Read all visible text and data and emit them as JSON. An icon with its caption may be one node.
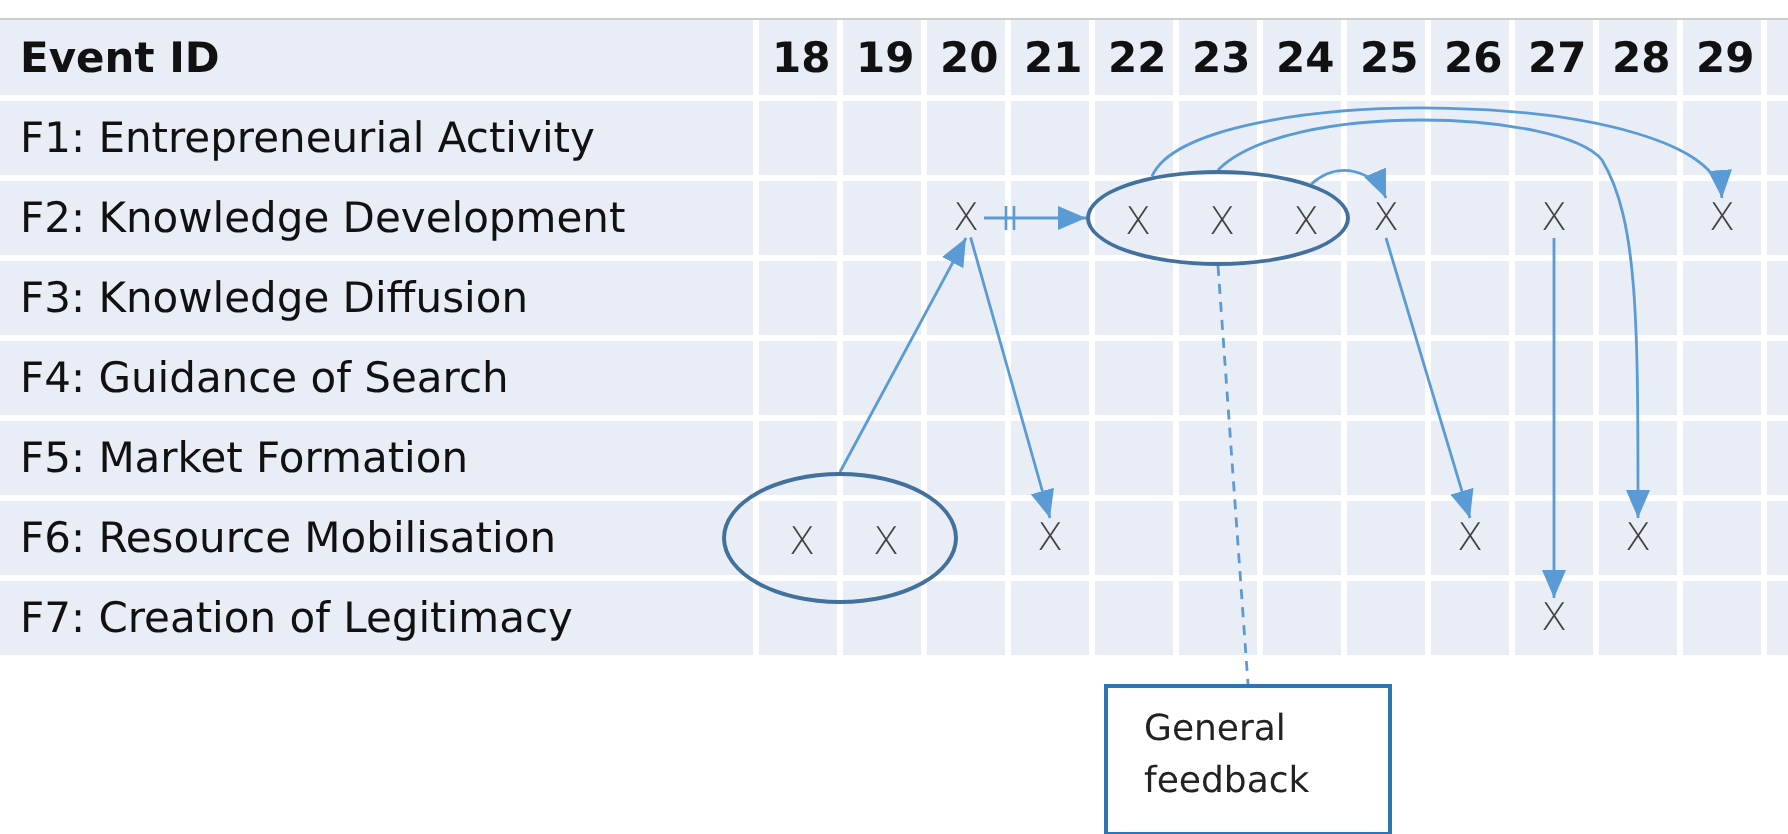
{
  "diagram": {
    "nodes": [
      {
        "text": [
          "X"
        ]
      },
      {
        "text": [],
        "shape": "ellipse"
      },
      {
        "text": [
          "X"
        ],
        "in": 1
      },
      {
        "text": [
          "X"
        ],
        "in": 1
      },
      {
        "text": [
          "X"
        ],
        "in": 1
      },
      {
        "text": [
          "X"
        ]
      },
      {
        "text": [
          "X"
        ]
      },
      {
        "text": [
          "X"
        ]
      },
      {
        "text": [],
        "shape": "ellipse"
      },
      {
        "text": [
          "X"
        ],
        "in": 8
      },
      {
        "text": [
          "X"
        ],
        "in": 8
      },
      {
        "text": [
          "X"
        ]
      },
      {
        "text": [
          "X"
        ]
      },
      {
        "text": [
          "X"
        ]
      },
      {
        "text": [
          "X"
        ]
      },
      {
        "text": [
          "General feedback"
        ]
      }
    ],
    "edges": [
      {
        "from": 8,
        "to": 0,
        "arrow": "to"
      },
      {
        "from": 0,
        "to": 11,
        "arrow": "to"
      },
      {
        "from": 0,
        "to": 1,
        "arrow": "to"
      },
      {
        "from": 1,
        "to": 7,
        "arrow": "to"
      },
      {
        "from": 1,
        "to": 13,
        "arrow": "to"
      },
      {
        "from": 1,
        "to": 5,
        "arrow": "to"
      },
      {
        "from": 5,
        "to": 12,
        "arrow": "to"
      },
      {
        "from": 6,
        "to": 14,
        "arrow": "to"
      },
      {
        "from": 1,
        "to": 15,
        "arrow": "none",
        "style": "dashed"
      }
    ],
    "labels": [
      "Event ID",
      "18",
      "19",
      "20",
      "21",
      "22",
      "23",
      "24",
      "25",
      "26",
      "27",
      "28",
      "29",
      "F1: Entrepreneurial Activity",
      "F2: Knowledge Development",
      "F3: Knowledge Diffusion",
      "F4: Guidance of Search",
      "F5: Market Formation",
      "F6: Resource Mobilisation",
      "F7: Creation of Legitimacy"
    ]
  }
}
